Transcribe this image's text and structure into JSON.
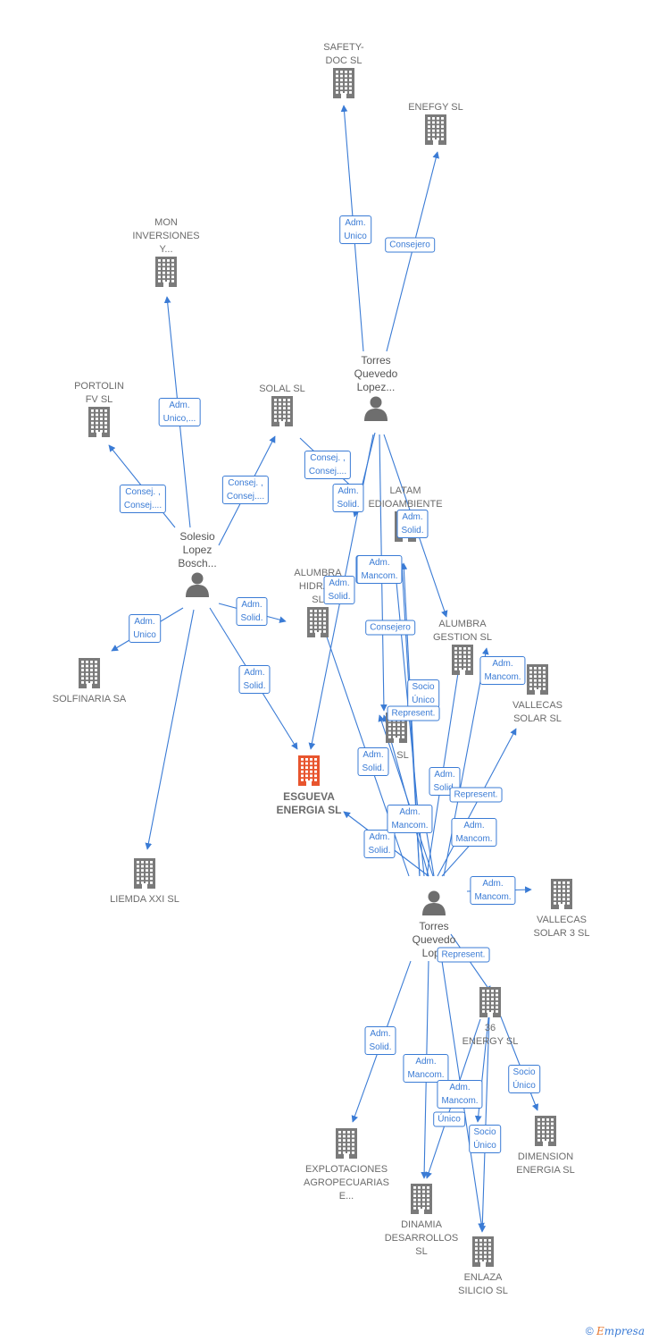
{
  "colors": {
    "edge": "#3a7bd5",
    "company": "#7a7a7a",
    "main_company": "#e8552e",
    "person": "#6e6e6e"
  },
  "nodes": {
    "safety_doc": {
      "label": "SAFETY-\nDOC SL",
      "kind": "company"
    },
    "enefgy": {
      "label": "ENEFGY SL",
      "kind": "company"
    },
    "mon_inversiones": {
      "label": "MON\nINVERSIONES\nY...",
      "kind": "company"
    },
    "portolin": {
      "label": "PORTOLIN\nFV  SL",
      "kind": "company"
    },
    "solal": {
      "label": "SOLAL SL",
      "kind": "company"
    },
    "torres_quevedo_1": {
      "label": "Torres\nQuevedo\nLopez...",
      "kind": "person"
    },
    "solesio": {
      "label": "Solesio\nLopez\nBosch...",
      "kind": "person"
    },
    "latam": {
      "label": "LATAM\nEDIOAMBIENTE",
      "kind": "company"
    },
    "alumbra_hidrau": {
      "label": "ALUMBRA\nHIDRAU\nSL",
      "kind": "company"
    },
    "alumbra_gestion": {
      "label": "ALUMBRA\nGESTION SL",
      "kind": "company"
    },
    "vallecas_solar": {
      "label": "VALLECAS\nSOLAR SL",
      "kind": "company"
    },
    "solfinaria": {
      "label": "SOLFINARIA SA",
      "kind": "company"
    },
    "unnamed_sl": {
      "label": "SL",
      "kind": "company"
    },
    "esgueva": {
      "label": "ESGUEVA\nENERGIA  SL",
      "kind": "main"
    },
    "liemda": {
      "label": "LIEMDA XXI SL",
      "kind": "company"
    },
    "torres_quevedo_2": {
      "label": "Torres\nQuevedo\nLope",
      "kind": "person"
    },
    "vallecas_solar3": {
      "label": "VALLECAS\nSOLAR 3 SL",
      "kind": "company"
    },
    "energy_36": {
      "label": "36\nENERGY SL",
      "kind": "company"
    },
    "dimension": {
      "label": "DIMENSION\nENERGIA  SL",
      "kind": "company"
    },
    "explotaciones": {
      "label": "EXPLOTACIONES\nAGROPECUARIAS\nE...",
      "kind": "company"
    },
    "dinamia": {
      "label": "DINAMIA\nDESARROLLOS\nSL",
      "kind": "company"
    },
    "enlaza": {
      "label": "ENLAZA\nSILICIO  SL",
      "kind": "company"
    }
  },
  "edge_labels": {
    "e1": "Adm.\nUnico",
    "e2": "Consejero",
    "e3": "Adm.\nUnico,...",
    "e4": "Consej. ,\nConsej....",
    "e5": "Adm.\nSolid.",
    "e6": "Consej. ,\nConsej....",
    "e7": "Adm.\nSolid.",
    "e8": "Adm.\nSolid.",
    "e9": "Adm.\nMancom.",
    "e10": "Adm.\nSolid.",
    "e11": "Adm.\nSolid.",
    "e12": "Adm.\nUnico",
    "e13": "Consejero",
    "e14": "Adm.\nMancom.",
    "e15": "Adm.\nSolid.",
    "e16": "Socio\nÚnico",
    "e17": "Represent.",
    "e18": "Consej. ,\nConsej....",
    "e19": "Adm.\nSolid.",
    "e20": "Adm.\nSolid.",
    "e21": "Represent.",
    "e22": "Adm.\nMancom.",
    "e23": "Adm.\nMancom.",
    "e24": "Adm.\nSolid.",
    "e25": "Adm.\nMancom.",
    "e26": "Represent.",
    "e27": "Adm.\nMancom.",
    "e28": "Adm.\nSolid.",
    "e29": "Adm.\nMancom.",
    "e30": "Socio\nÚnico",
    "e31": "Adm.\nMancom.",
    "e32": "Único",
    "e33": "Socio\nÚnico"
  },
  "brand": {
    "copyright": "©",
    "first_letter": "E",
    "rest": "mpresa"
  }
}
